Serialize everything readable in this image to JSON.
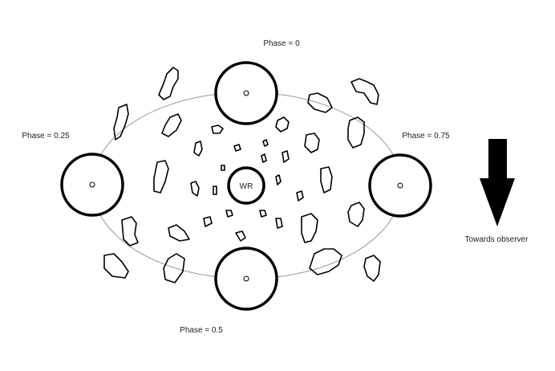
{
  "phases": [
    {
      "id": "phase-0",
      "label": "Phase = 0"
    },
    {
      "id": "phase-0.25",
      "label": "Phase = 0.25"
    },
    {
      "id": "phase-0.5",
      "label": "Phase = 0.5"
    },
    {
      "id": "phase-0.75",
      "label": "Phase = 0.75"
    }
  ],
  "central_star": {
    "label": "WR"
  },
  "observer": {
    "label": "Towards observer",
    "arrow_color": "#000000"
  },
  "colors": {
    "orbit": "#999999",
    "outline": "#000000",
    "background": "#ffffff"
  }
}
